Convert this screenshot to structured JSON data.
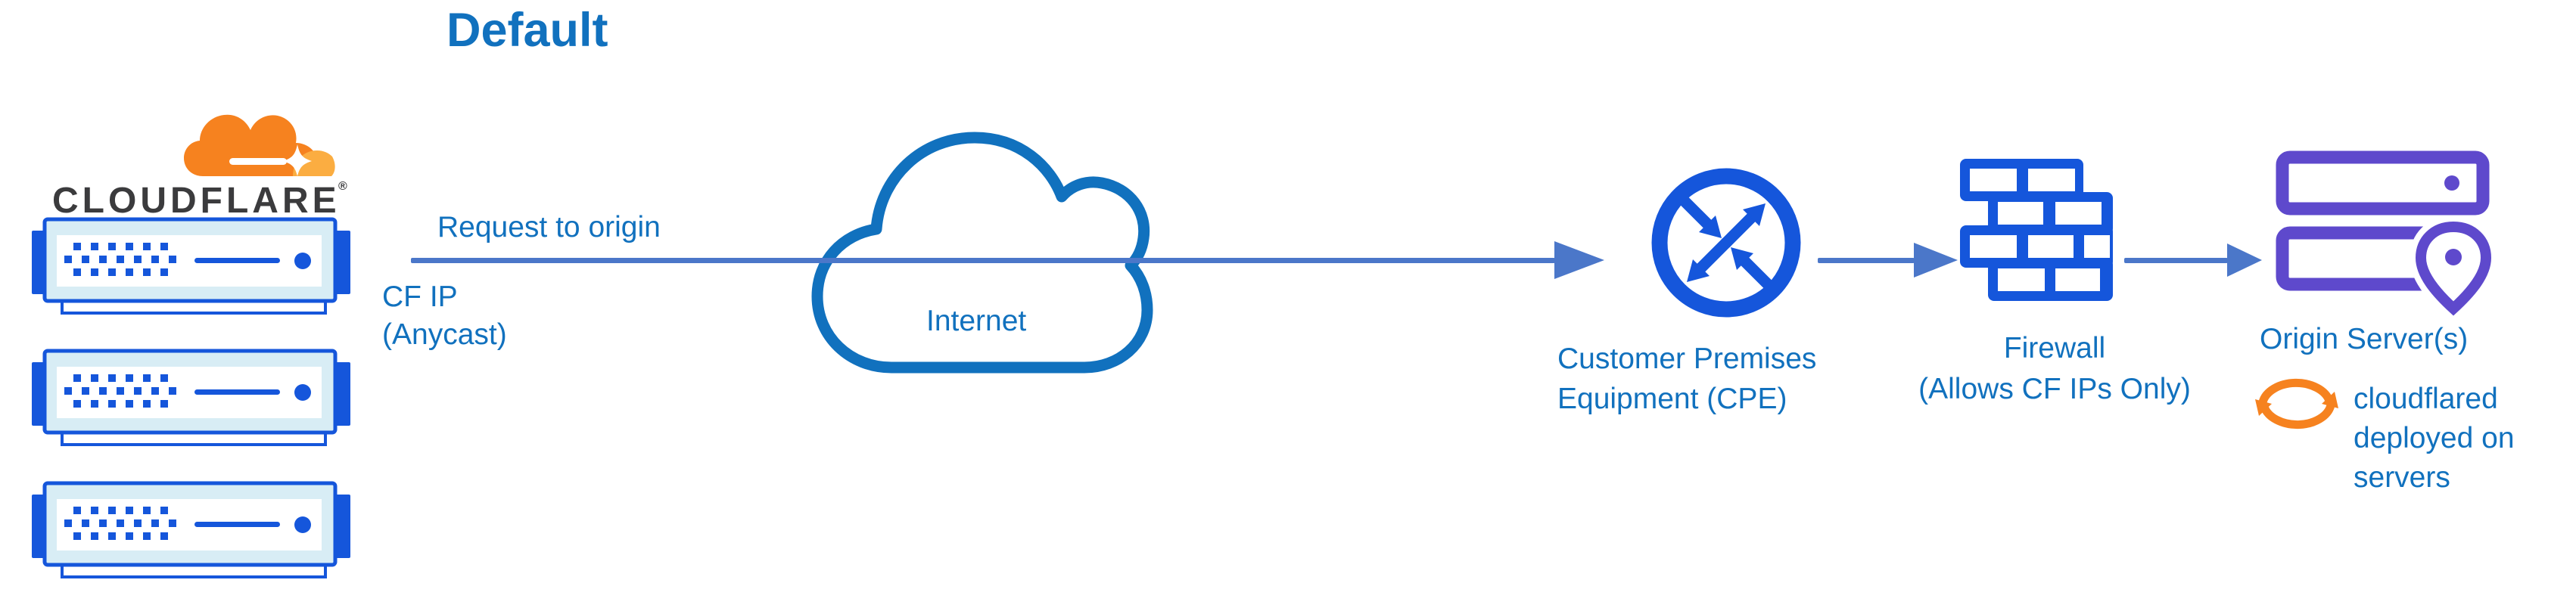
{
  "title": "Default",
  "colors": {
    "text-blue": "#1171BE",
    "icon-blue": "#1556DB",
    "arrow-blue": "#4B77C9",
    "purple": "#5E49CC",
    "orange": "#F6821F",
    "orange-light": "#FBAD41",
    "ink": "#3B3B3D",
    "server-light": "#D8EDF5",
    "bg": "#FFFFFF"
  },
  "cloudflare": {
    "wordmark": "CLOUDFLARE",
    "registered": "®",
    "icon": "cloudflare-cloud-logo",
    "server_count": 3
  },
  "flow": {
    "request_label": "Request to origin",
    "ip_label": "CF IP\n(Anycast)"
  },
  "internet": {
    "label": "Internet",
    "icon": "cloud-outline"
  },
  "cpe": {
    "label": "Customer Premises\nEquipment (CPE)",
    "icon": "router-circle-arrows"
  },
  "firewall": {
    "label": "Firewall\n(Allows CF IPs Only)",
    "icon": "brick-wall"
  },
  "origin": {
    "label": "Origin Server(s)",
    "icon": "server-stack-with-location-pin",
    "note": "cloudflared\ndeployed on\nservers",
    "note_icon": "sync-arrows"
  }
}
